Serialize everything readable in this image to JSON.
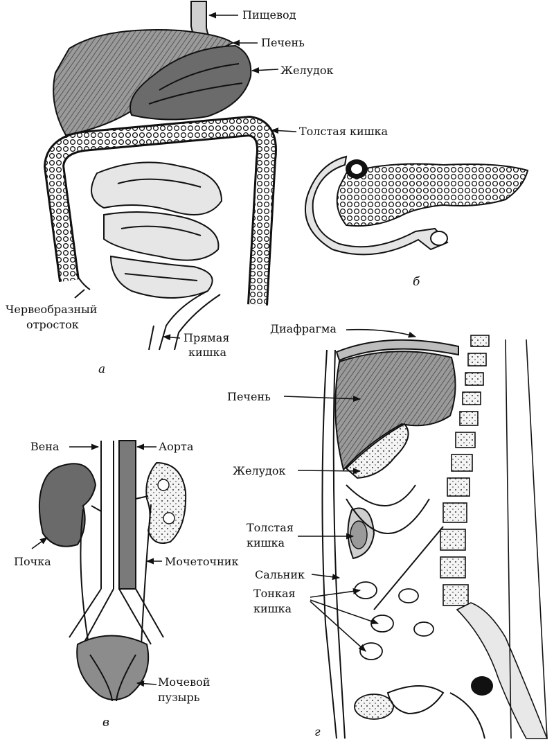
{
  "panels": {
    "a": {
      "letter": "а",
      "labels": {
        "esophagus": "Пищевод",
        "liver": "Печень",
        "stomach": "Желудок",
        "colon": "Толстая кишка",
        "appendix_1": "Червеобразный",
        "appendix_2": "отросток",
        "rectum_1": "Прямая",
        "rectum_2": "кишка"
      }
    },
    "b": {
      "letter": "б"
    },
    "v": {
      "letter": "в",
      "labels": {
        "vein": "Вена",
        "aorta": "Аорта",
        "kidney": "Почка",
        "ureter": "Мочеточник",
        "bladder_1": "Мочевой",
        "bladder_2": "пузырь"
      }
    },
    "g": {
      "letter": "г",
      "labels": {
        "diaphragm": "Диафрагма",
        "liver": "Печень",
        "stomach": "Желудок",
        "colon_1": "Толстая",
        "colon_2": "кишка",
        "omentum": "Сальник",
        "small_intestine_1": "Тонкая",
        "small_intestine_2": "кишка"
      }
    }
  },
  "colors": {
    "ink": "#111111",
    "shade": "#8a8a8a",
    "paper": "#ffffff"
  }
}
